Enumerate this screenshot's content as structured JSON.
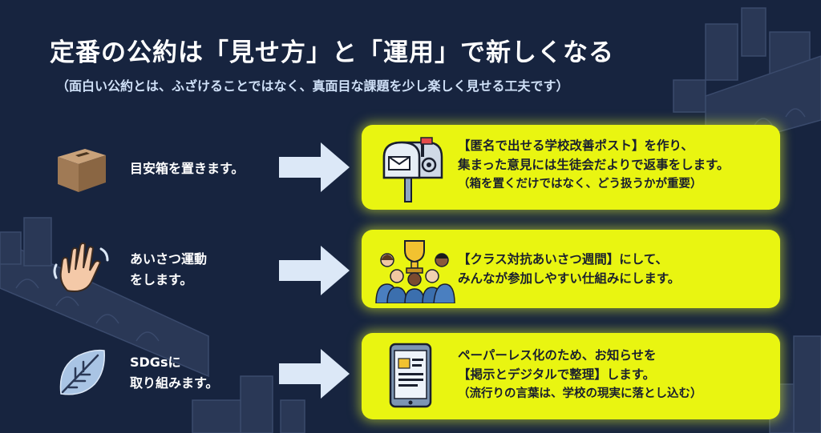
{
  "page": {
    "title": "定番の公約は「見せ方」と「運用」で新しくなる",
    "subtitle": "（面白い公約とは、ふざけることではなく、真面目な課題を少し楽しく見せる工夫です）"
  },
  "rows": [
    {
      "icon": "ballot-box-icon",
      "label": "目安箱を置きます。",
      "card_icon": "mailbox-icon",
      "card_lines": [
        "【匿名で出せる学校改善ポスト】を作り、",
        "集まった意見には生徒会だよりで返事をします。",
        "（箱を置くだけではなく、どう扱うかが重要）"
      ]
    },
    {
      "icon": "waving-hand-icon",
      "label": "あいさつ運動\nをします。",
      "card_icon": "students-trophy-icon",
      "card_lines": [
        "【クラス対抗あいさつ週間】にして、",
        "みんなが参加しやすい仕組みにします。"
      ]
    },
    {
      "icon": "leaf-icon",
      "label": "SDGsに\n取り組みます。",
      "card_icon": "tablet-document-icon",
      "card_lines": [
        "ペーパーレス化のため、お知らせを",
        "【掲示とデジタルで整理】します。",
        "（流行りの言葉は、学校の現実に落とし込む）"
      ]
    }
  ],
  "colors": {
    "background": "#17243f",
    "card": "#e9f511",
    "arrow": "#dce8f7",
    "text_dark": "#1a1f2e"
  }
}
